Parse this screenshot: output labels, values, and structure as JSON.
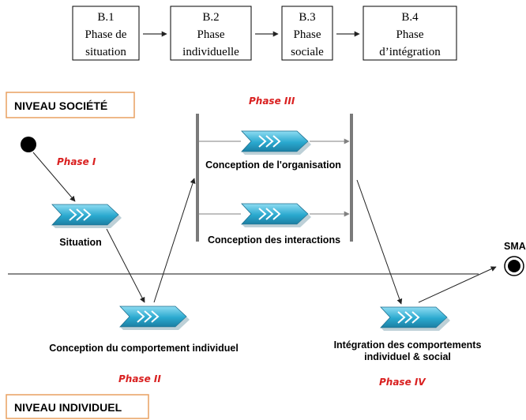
{
  "top_boxes": [
    {
      "num": "B.1",
      "line1": "Phase de",
      "line2": "situation"
    },
    {
      "num": "B.2",
      "line1": "Phase",
      "line2": "individuelle"
    },
    {
      "num": "B.3",
      "line1": "Phase",
      "line2": "sociale"
    },
    {
      "num": "B.4",
      "line1": "Phase",
      "line2": "d’intégration"
    }
  ],
  "levels": {
    "society": "NIVEAU SOCIÉTÉ",
    "individual": "NIVEAU INDIVIDUEL"
  },
  "phases": {
    "p1": "Phase I",
    "p2": "Phase II",
    "p3": "Phase III",
    "p4": "Phase IV"
  },
  "nodes": {
    "situation": "Situation",
    "individual_behavior": "Conception du comportement individuel",
    "organisation": "Conception de l'organisation",
    "interactions": "Conception des interactions",
    "integration_line1": "Intégration des comportements",
    "integration_line2": "individuel & social"
  },
  "end_label": "SMA",
  "colors": {
    "chevron_fill": "#2aa9cf",
    "level_box_border": "#e8a060",
    "phase_text": "#d91f1f",
    "arrow_gray": "#808080"
  }
}
